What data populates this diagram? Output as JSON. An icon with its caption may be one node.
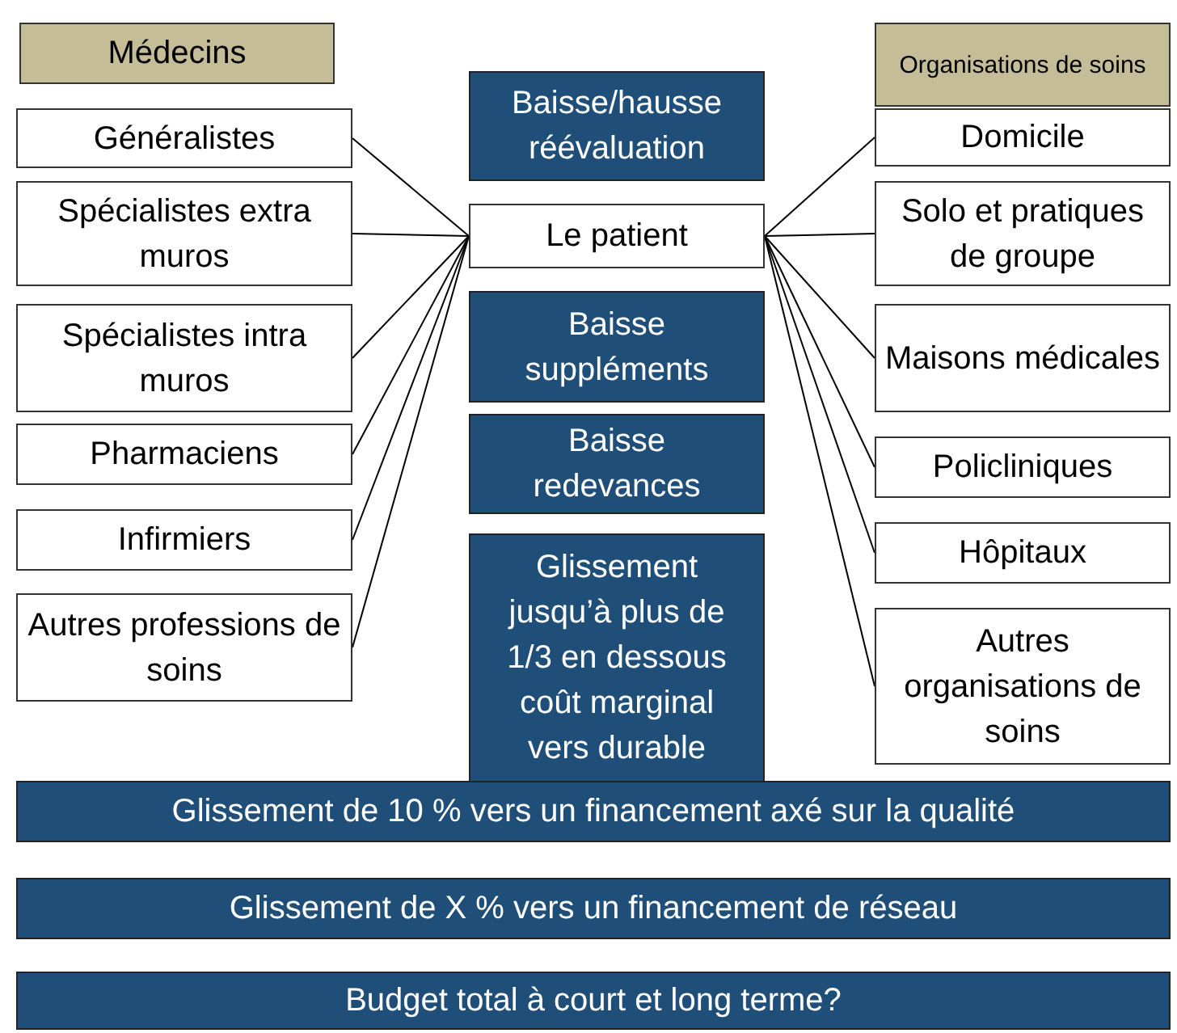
{
  "diagram": {
    "nodes": [
      {
        "text": [
          "Médecins"
        ]
      },
      {
        "text": [
          "Organisations de soins"
        ]
      },
      {
        "text": [
          "Généralistes"
        ]
      },
      {
        "text": [
          "Spécialistes extra muros"
        ]
      },
      {
        "text": [
          "Spécialistes intra muros"
        ]
      },
      {
        "text": [
          "Pharmaciens"
        ]
      },
      {
        "text": [
          "Infirmiers"
        ]
      },
      {
        "text": [
          "Autres professions de soins"
        ]
      },
      {
        "text": [
          "Baisse/hausse réévaluation"
        ]
      },
      {
        "text": [
          "Le patient"
        ]
      },
      {
        "text": [
          "Baisse suppléments"
        ]
      },
      {
        "text": [
          "Baisse redevances"
        ]
      },
      {
        "text": [
          "Glissement jusqu’à plus de 1/3 en dessous coût marginal vers durable"
        ]
      },
      {
        "text": [
          "Domicile"
        ]
      },
      {
        "text": [
          "Solo et pratiques de groupe"
        ]
      },
      {
        "text": [
          "Maisons médicales"
        ]
      },
      {
        "text": [
          "Policliniques"
        ]
      },
      {
        "text": [
          "Hôpitaux"
        ]
      },
      {
        "text": [
          "Autres organisations de soins"
        ]
      },
      {
        "text": [
          "Glissement de 10 % vers un financement axé sur la qualité"
        ]
      },
      {
        "text": [
          "Glissement de X % vers un financement de réseau"
        ]
      },
      {
        "text": [
          "Budget total à court et long terme?"
        ]
      }
    ],
    "edges": [
      {
        "from": 2,
        "to": 9,
        "arrow": "none"
      },
      {
        "from": 3,
        "to": 9,
        "arrow": "none"
      },
      {
        "from": 4,
        "to": 9,
        "arrow": "none"
      },
      {
        "from": 5,
        "to": 9,
        "arrow": "none"
      },
      {
        "from": 6,
        "to": 9,
        "arrow": "none"
      },
      {
        "from": 7,
        "to": 9,
        "arrow": "none"
      },
      {
        "from": 9,
        "to": 13,
        "arrow": "none"
      },
      {
        "from": 9,
        "to": 14,
        "arrow": "none"
      },
      {
        "from": 9,
        "to": 15,
        "arrow": "none"
      },
      {
        "from": 9,
        "to": 16,
        "arrow": "none"
      },
      {
        "from": 9,
        "to": 17,
        "arrow": "none"
      },
      {
        "from": 9,
        "to": 18,
        "arrow": "none"
      }
    ]
  }
}
